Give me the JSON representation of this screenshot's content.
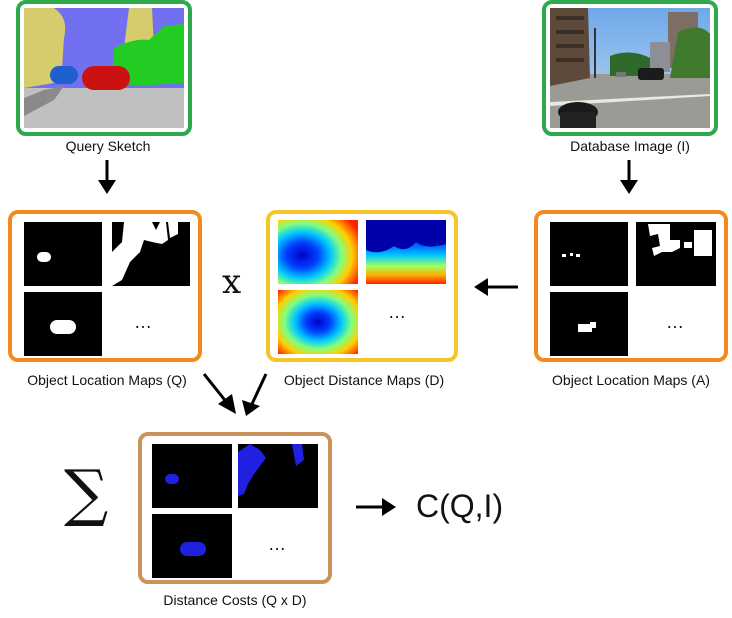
{
  "captions": {
    "query_sketch": "Query Sketch",
    "database_image": "Database Image (I)",
    "object_location_maps_q": "Object Location Maps (Q)",
    "object_distance_maps_d": "Object Distance Maps (D)",
    "object_location_maps_a": "Object  Location Maps (A)",
    "distance_costs": "Distance Costs (Q x D)"
  },
  "symbols": {
    "multiply": "x",
    "sum": "∑",
    "ellipsis": "…",
    "result": "C(Q,I)"
  },
  "colors": {
    "green_frame": "#2ea84a",
    "orange_frame": "#f28a1e",
    "yellow_frame": "#f7c52a",
    "tan_frame": "#c9935b",
    "sketch_sky": "#7070f0",
    "sketch_building": "#d6cc6e",
    "sketch_tree": "#22cc22",
    "sketch_car_red": "#cc1111",
    "sketch_car_blue": "#1f5fd0",
    "sketch_road": "#c0c0c0",
    "cost_blue": "#2020e0"
  }
}
